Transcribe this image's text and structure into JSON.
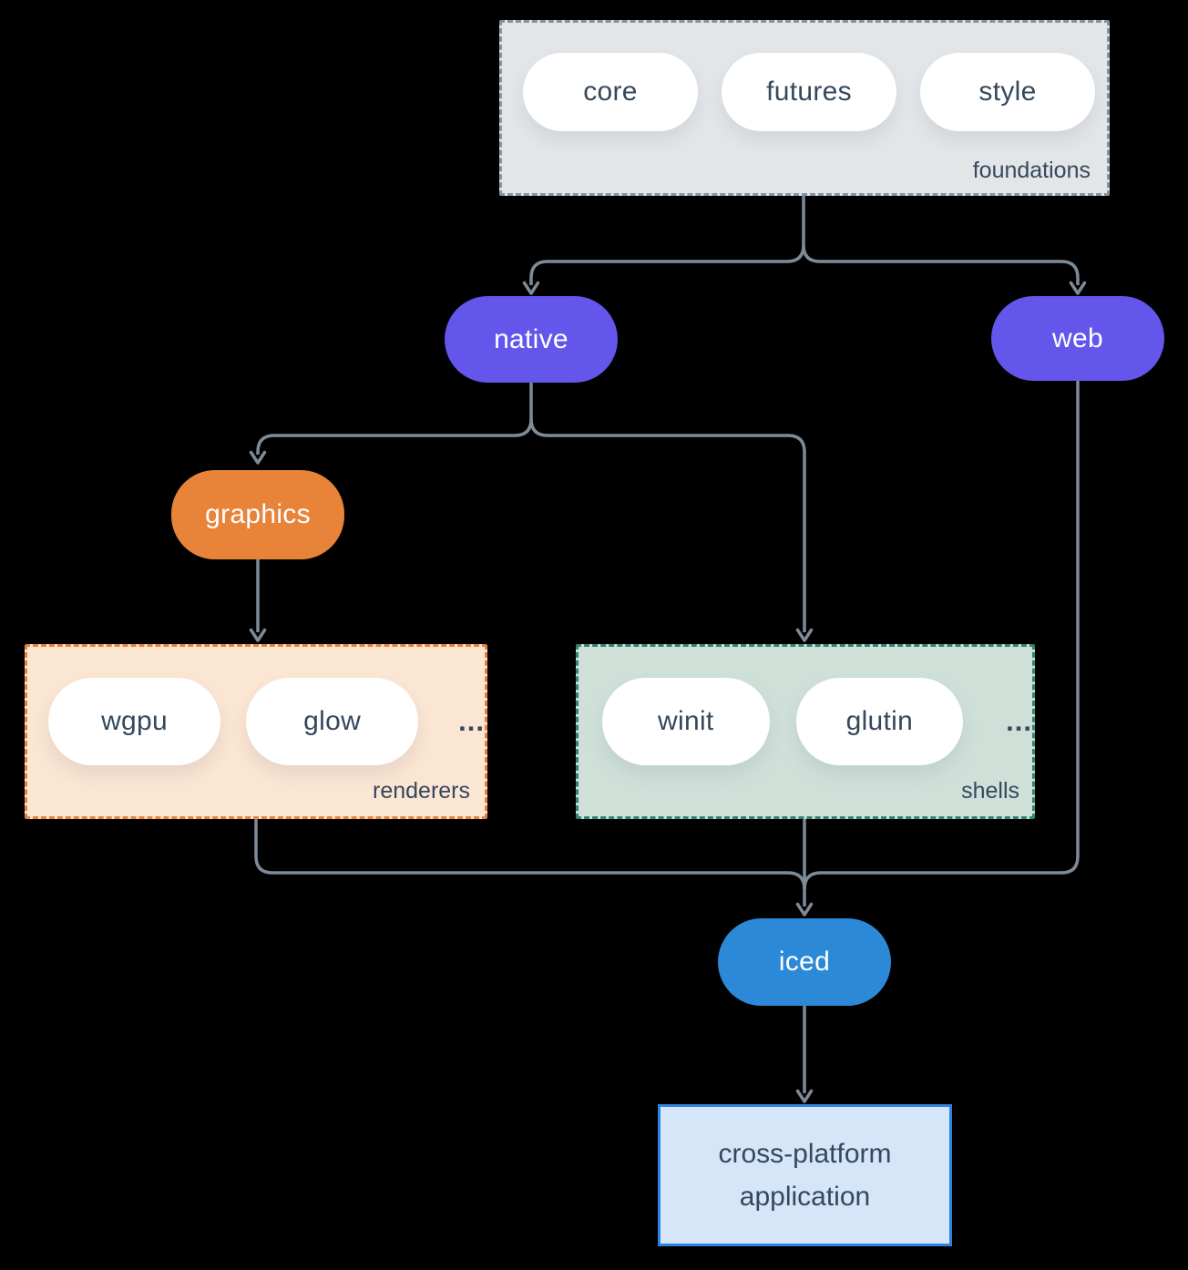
{
  "diagram": {
    "groups": {
      "foundations": {
        "label": "foundations",
        "items": [
          "core",
          "futures",
          "style"
        ]
      },
      "renderers": {
        "label": "renderers",
        "items": [
          "wgpu",
          "glow"
        ],
        "more": "..."
      },
      "shells": {
        "label": "shells",
        "items": [
          "winit",
          "glutin"
        ],
        "more": "..."
      }
    },
    "nodes": {
      "native": {
        "label": "native"
      },
      "web": {
        "label": "web"
      },
      "graphics": {
        "label": "graphics"
      },
      "iced": {
        "label": "iced"
      },
      "application": {
        "label": "cross-platform application"
      }
    },
    "colors": {
      "canvas": "#000000",
      "line": "#7d8b99",
      "foundations-bg": "#e2e6e9",
      "foundations-border": "#8494a3",
      "node-purple": "#6456eb",
      "node-orange": "#e8833a",
      "node-blue": "#2c89d8",
      "renderers-bg": "#fbe5d3",
      "renderers-border": "#e8833a",
      "shells-bg": "#cfe0d9",
      "shells-border": "#2e8577",
      "app-bg": "#d4e6f8",
      "app-border": "#2f82dd",
      "text-dark": "#35485c",
      "text-light": "#ffffff"
    }
  }
}
